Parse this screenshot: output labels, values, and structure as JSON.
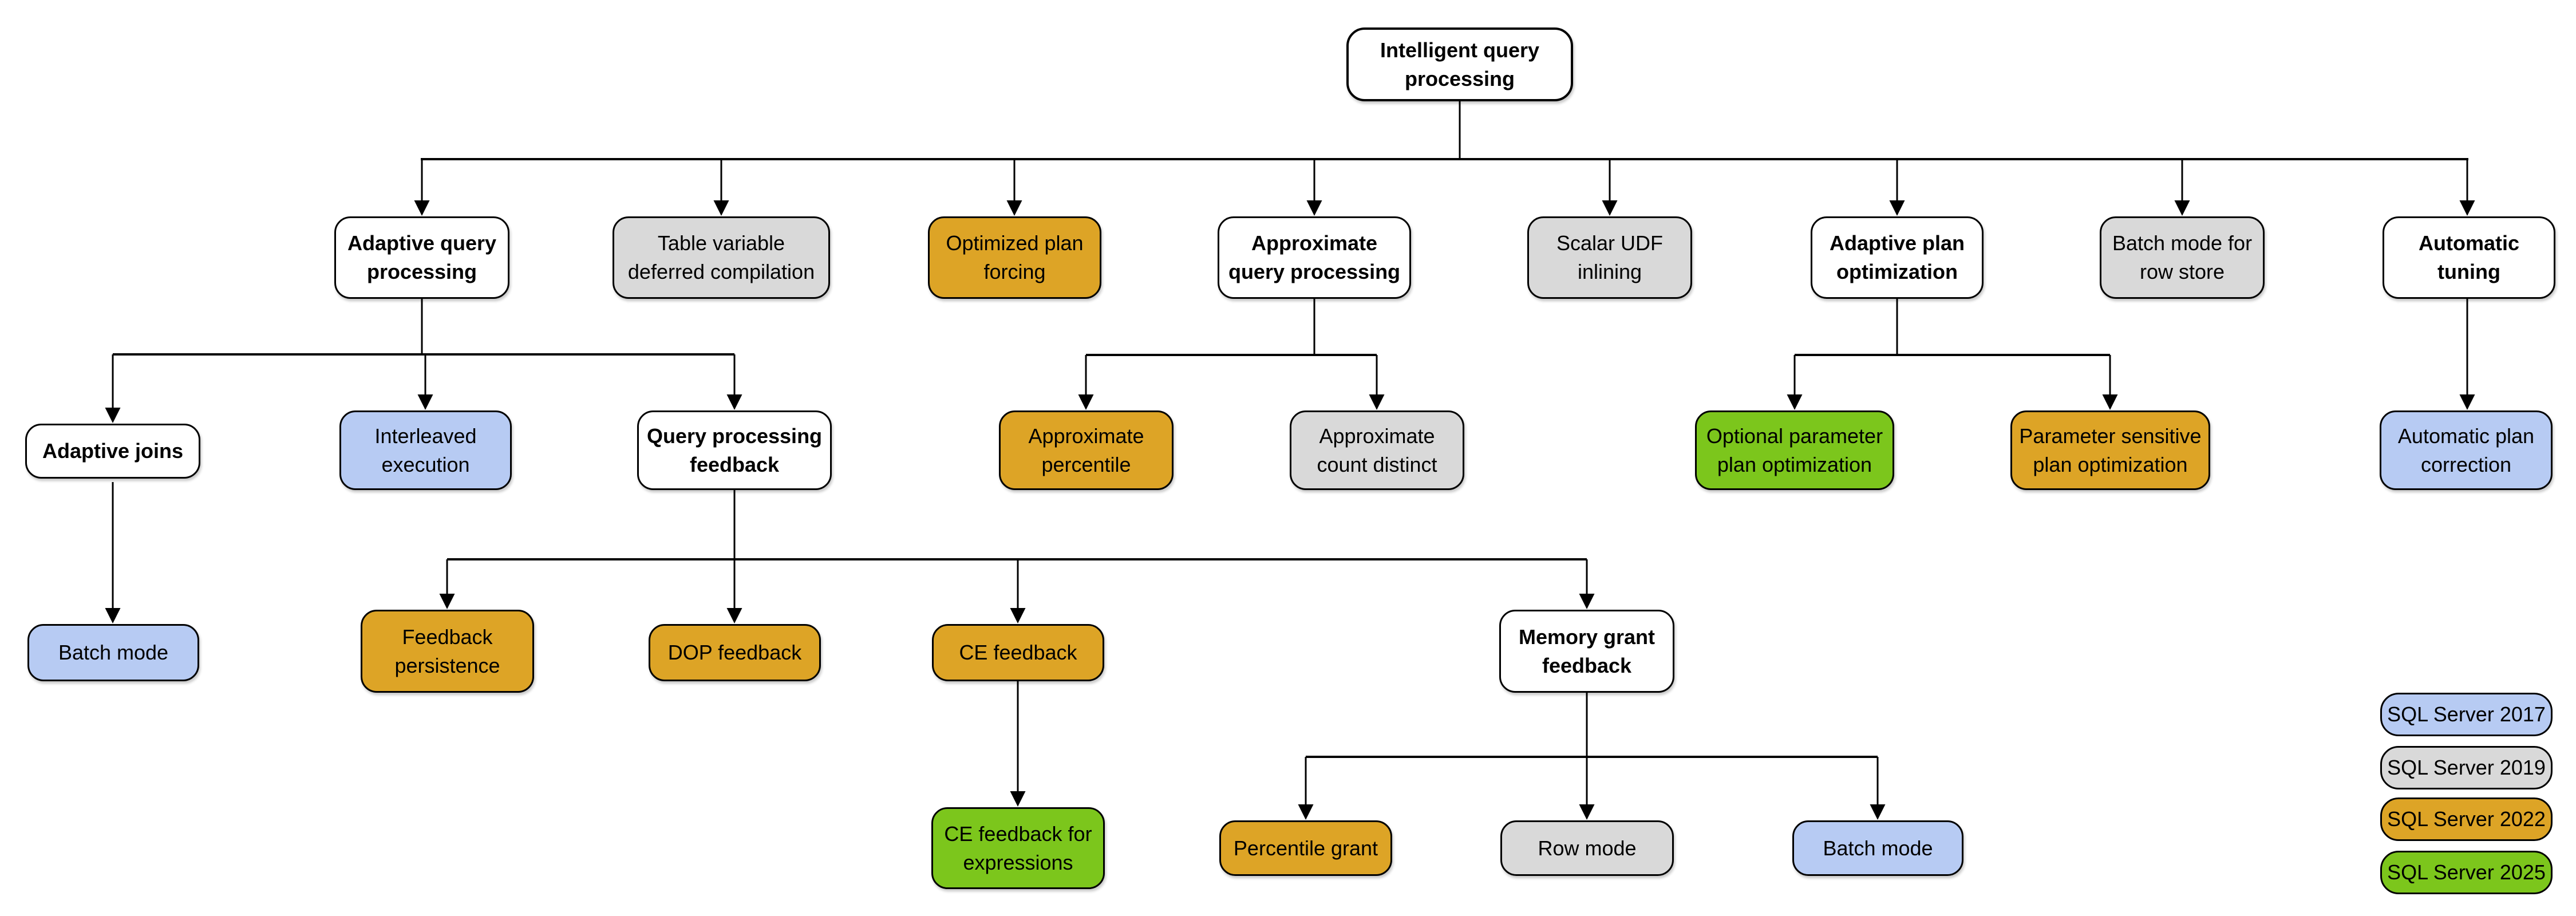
{
  "colors": {
    "plain": "#FFFFFF",
    "v2017": "#B7CBF3",
    "v2019": "#D9D9D9",
    "v2022": "#DDA426",
    "v2025": "#7CC61C"
  },
  "nodes": {
    "iqp": {
      "label": "Intelligent query\nprocessing",
      "version": "plain"
    },
    "aqp": {
      "label": "Adaptive query\nprocessing",
      "version": "plain"
    },
    "tvdc": {
      "label": "Table variable\ndeferred compilation",
      "version": "v2019"
    },
    "opf": {
      "label": "Optimized plan\nforcing",
      "version": "v2022"
    },
    "aqp2": {
      "label": "Approximate\nquery processing",
      "version": "plain"
    },
    "sui": {
      "label": "Scalar UDF\ninlining",
      "version": "v2019"
    },
    "apo": {
      "label": "Adaptive plan\noptimization",
      "version": "plain"
    },
    "bmrs": {
      "label": "Batch mode for\nrow store",
      "version": "v2019"
    },
    "at": {
      "label": "Automatic\ntuning",
      "version": "plain"
    },
    "aj": {
      "label": "Adaptive joins",
      "version": "plain"
    },
    "ie": {
      "label": "Interleaved\nexecution",
      "version": "v2017"
    },
    "qpf": {
      "label": "Query processing\nfeedback",
      "version": "plain"
    },
    "ap": {
      "label": "Approximate\npercentile",
      "version": "v2022"
    },
    "acd": {
      "label": "Approximate\ncount distinct",
      "version": "v2019"
    },
    "oppo": {
      "label": "Optional parameter\nplan optimization",
      "version": "v2025"
    },
    "pspo": {
      "label": "Parameter sensitive\nplan optimization",
      "version": "v2022"
    },
    "apc": {
      "label": "Automatic plan\ncorrection",
      "version": "v2017"
    },
    "bm_aj": {
      "label": "Batch mode",
      "version": "v2017"
    },
    "fp": {
      "label": "Feedback\npersistence",
      "version": "v2022"
    },
    "dop": {
      "label": "DOP feedback",
      "version": "v2022"
    },
    "cef": {
      "label": "CE feedback",
      "version": "v2022"
    },
    "mgf": {
      "label": "Memory grant\nfeedback",
      "version": "plain"
    },
    "cefe": {
      "label": "CE feedback for\nexpressions",
      "version": "v2025"
    },
    "pg": {
      "label": "Percentile grant",
      "version": "v2022"
    },
    "rm": {
      "label": "Row mode",
      "version": "v2019"
    },
    "bm_mgf": {
      "label": "Batch mode",
      "version": "v2017"
    }
  },
  "legend": {
    "items": [
      {
        "label": "SQL Server 2017",
        "version": "v2017"
      },
      {
        "label": "SQL Server 2019",
        "version": "v2019"
      },
      {
        "label": "SQL Server 2022",
        "version": "v2022"
      },
      {
        "label": "SQL Server 2025",
        "version": "v2025"
      }
    ]
  }
}
